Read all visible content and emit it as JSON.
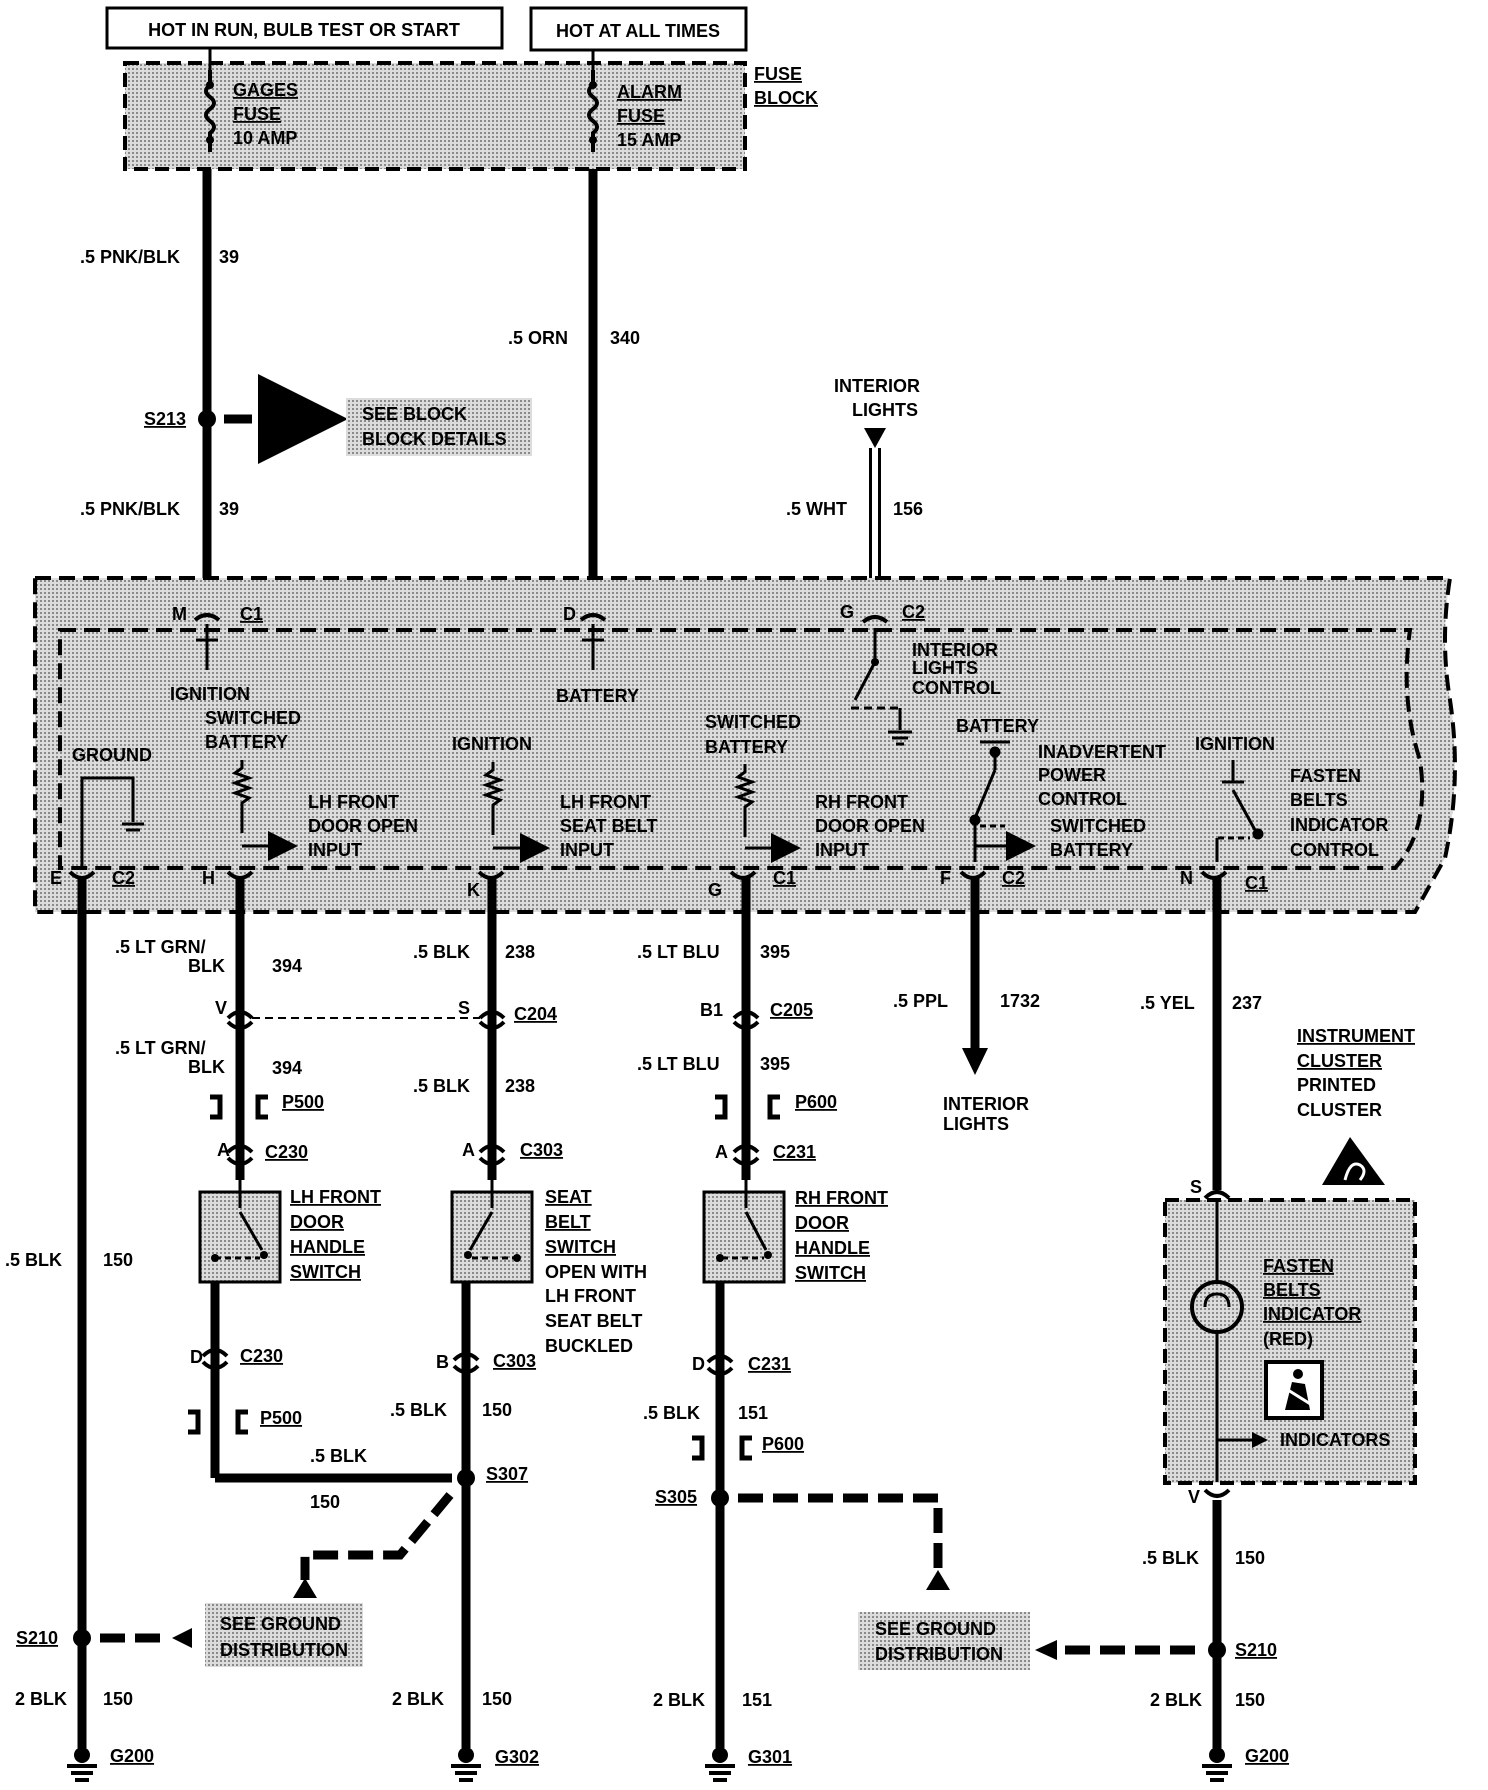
{
  "headers": {
    "run_feed": "HOT IN RUN, BULB TEST OR START",
    "battery_feed": "HOT AT ALL TIMES"
  },
  "fuse_block": {
    "title_line1": "FUSE",
    "title_line2": "BLOCK",
    "gages_fuse": [
      "GAGES",
      "FUSE",
      "10 AMP"
    ],
    "alarm_fuse": [
      "ALARM",
      "FUSE",
      "15 AMP"
    ]
  },
  "wires": {
    "w39_a": {
      "size_color": ".5 PNK/BLK",
      "circuit": "39"
    },
    "w39_b": {
      "size_color": ".5 PNK/BLK",
      "circuit": "39"
    },
    "w340": {
      "size_color": ".5 ORN",
      "circuit": "340"
    },
    "w156": {
      "size_color": ".5 WHT",
      "circuit": "156"
    },
    "w394_a": {
      "size_color_1": ".5 LT GRN/",
      "size_color_2": "BLK",
      "circuit": "394"
    },
    "w394_b": {
      "size_color_1": ".5 LT GRN/",
      "size_color_2": "BLK",
      "circuit": "394"
    },
    "w238_a": {
      "size_color": ".5 BLK",
      "circuit": "238"
    },
    "w238_b": {
      "size_color": ".5 BLK",
      "circuit": "238"
    },
    "w395_a": {
      "size_color": ".5 LT BLU",
      "circuit": "395"
    },
    "w395_b": {
      "size_color": ".5 LT BLU",
      "circuit": "395"
    },
    "w1732": {
      "size_color": ".5 PPL",
      "circuit": "1732"
    },
    "w237": {
      "size_color": ".5 YEL",
      "circuit": "237"
    },
    "w150_left": {
      "size_color": ".5 BLK",
      "circuit": "150"
    },
    "w150_seat": {
      "size_color": ".5 BLK",
      "circuit": "150"
    },
    "w150_join": {
      "size_color": ".5 BLK",
      "circuit": "150"
    },
    "w151": {
      "size_color": ".5 BLK",
      "circuit": "151"
    },
    "w150_right": {
      "size_color": ".5 BLK",
      "circuit": "150"
    },
    "g_left": {
      "size_color": "2 BLK",
      "circuit": "150"
    },
    "g_seat": {
      "size_color": "2 BLK",
      "circuit": "150"
    },
    "g_rh": {
      "size_color": "2 BLK",
      "circuit": "151"
    },
    "g_right": {
      "size_color": "2 BLK",
      "circuit": "150"
    }
  },
  "splices": {
    "s213": "S213",
    "s307": "S307",
    "s305": "S305",
    "s210_left": "S210",
    "s210_right": "S210"
  },
  "grounds": {
    "g200_left": "G200",
    "g302": "G302",
    "g301": "G301",
    "g200_right": "G200"
  },
  "references": {
    "block_details": [
      "SEE BLOCK",
      "BLOCK DETAILS"
    ],
    "ground_dist_left": [
      "SEE GROUND",
      "DISTRIBUTION"
    ],
    "ground_dist_right": [
      "SEE GROUND",
      "DISTRIBUTION"
    ],
    "interior_lights_top": [
      "INTERIOR",
      "LIGHTS"
    ],
    "interior_lights_bottom": [
      "INTERIOR",
      "LIGHTS"
    ]
  },
  "module": {
    "pins": {
      "M": "M",
      "D": "D",
      "G_top": "G",
      "E": "E",
      "H": "H",
      "K": "K",
      "G_bot": "G",
      "F": "F",
      "N": "N"
    },
    "connectors": {
      "c1_top": "C1",
      "c2_top": "C2",
      "c2_e": "C2",
      "c1_g": "C1",
      "c2_f": "C2",
      "c1_n": "C1"
    },
    "labels": {
      "ignition_top": "IGNITION",
      "battery_top": "BATTERY",
      "interior_lights_control": [
        "INTERIOR",
        "LIGHTS",
        "CONTROL"
      ],
      "ground": "GROUND",
      "switched_battery_1": [
        "SWITCHED",
        "BATTERY"
      ],
      "ignition_2": "IGNITION",
      "switched_battery_2": [
        "SWITCHED",
        "BATTERY"
      ],
      "battery_3": "BATTERY",
      "inadvertent": [
        "INADVERTENT",
        "POWER",
        "CONTROL"
      ],
      "switched_battery_3": [
        "SWITCHED",
        "BATTERY"
      ],
      "ignition_3": "IGNITION",
      "fasten_belts_control": [
        "FASTEN",
        "BELTS",
        "INDICATOR",
        "CONTROL"
      ],
      "lh_door_input": [
        "LH FRONT",
        "DOOR OPEN",
        "INPUT"
      ],
      "lh_seat_input": [
        "LH FRONT",
        "SEAT BELT",
        "INPUT"
      ],
      "rh_door_input": [
        "RH FRONT",
        "DOOR OPEN",
        "INPUT"
      ]
    }
  },
  "connectors": {
    "c204": "C204",
    "c204_v": "V",
    "c204_s": "S",
    "c205": "C205",
    "c205_b1": "B1",
    "p500_top": "P500",
    "p500_bot": "P500",
    "p600_top": "P600",
    "p600_bot": "P600",
    "c230_top": "C230",
    "c230_top_pin": "A",
    "c230_bot": "C230",
    "c230_bot_pin": "D",
    "c303_top": "C303",
    "c303_top_pin": "A",
    "c303_bot": "C303",
    "c303_bot_pin": "B",
    "c231_top": "C231",
    "c231_top_pin": "A",
    "c231_bot": "C231",
    "c231_bot_pin": "D",
    "cluster_s": "S",
    "cluster_v": "V"
  },
  "switches": {
    "lh_door": [
      "LH FRONT",
      "DOOR",
      "HANDLE",
      "SWITCH"
    ],
    "seat_belt": [
      "SEAT",
      "BELT",
      "SWITCH"
    ],
    "seat_belt_note": [
      "OPEN WITH",
      "LH FRONT",
      "SEAT BELT",
      "BUCKLED"
    ],
    "rh_door": [
      "RH FRONT",
      "DOOR",
      "HANDLE",
      "SWITCH"
    ]
  },
  "cluster": {
    "title": [
      "INSTRUMENT",
      "CLUSTER",
      "PRINTED",
      "CLUSTER"
    ],
    "indicator": [
      "FASTEN",
      "BELTS",
      "INDICATOR",
      "(RED)"
    ],
    "indicators": "INDICATORS"
  }
}
